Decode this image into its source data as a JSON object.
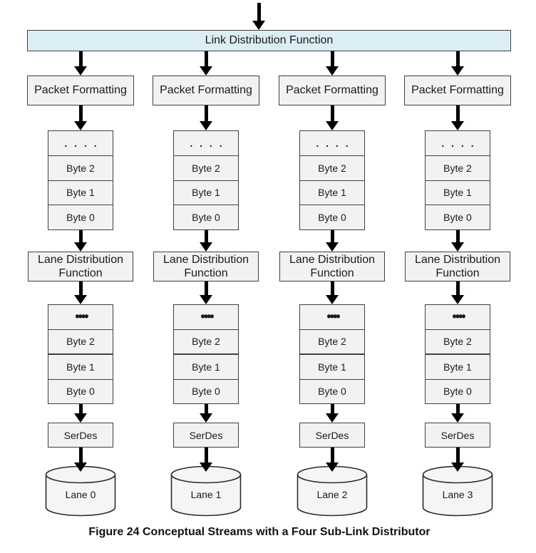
{
  "header": {
    "label": "Link Distribution Function"
  },
  "columns": [
    {
      "packet_label": "Packet Formatting",
      "upper_stack": [
        ". . . .",
        "Byte 2",
        "Byte 1",
        "Byte 0"
      ],
      "lane_dist_label": "Lane Distribution Function",
      "lower_stack": [
        "••••",
        "Byte 2",
        "Byte 1",
        "Byte 0"
      ],
      "serdes_label": "SerDes",
      "lane_label": "Lane 0"
    },
    {
      "packet_label": "Packet Formatting",
      "upper_stack": [
        ". . . .",
        "Byte 2",
        "Byte 1",
        "Byte 0"
      ],
      "lane_dist_label": "Lane Distribution Function",
      "lower_stack": [
        "••••",
        "Byte 2",
        "Byte 1",
        "Byte 0"
      ],
      "serdes_label": "SerDes",
      "lane_label": "Lane 1"
    },
    {
      "packet_label": "Packet Formatting",
      "upper_stack": [
        ". . . .",
        "Byte 2",
        "Byte 1",
        "Byte 0"
      ],
      "lane_dist_label": "Lane Distribution Function",
      "lower_stack": [
        "••••",
        "Byte 2",
        "Byte 1",
        "Byte 0"
      ],
      "serdes_label": "SerDes",
      "lane_label": "Lane 2"
    },
    {
      "packet_label": "Packet Formatting",
      "upper_stack": [
        ". . . .",
        "Byte 2",
        "Byte 1",
        "Byte 0"
      ],
      "lane_dist_label": "Lane Distribution Function",
      "lower_stack": [
        "••••",
        "Byte 2",
        "Byte 1",
        "Byte 0"
      ],
      "serdes_label": "SerDes",
      "lane_label": "Lane 3"
    }
  ],
  "caption": "Figure 24 Conceptual Streams with a Four Sub-Link Distributor",
  "colors": {
    "header_fill": "#daeef3",
    "box_fill": "#f2f2f2",
    "border": "#404040",
    "arrow": "#000000",
    "cylinder_fill": "#f5f5f5"
  }
}
